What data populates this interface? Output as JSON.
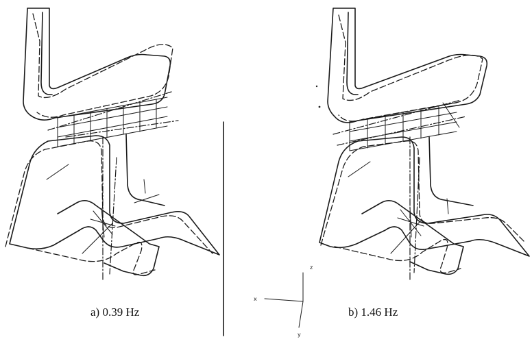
{
  "figure": {
    "panels": [
      {
        "id": "a",
        "caption": "a) 0.39 Hz"
      },
      {
        "id": "b",
        "caption": "b) 1.46 Hz"
      }
    ],
    "axes": {
      "z": "z",
      "x": "x",
      "y": "y"
    }
  }
}
